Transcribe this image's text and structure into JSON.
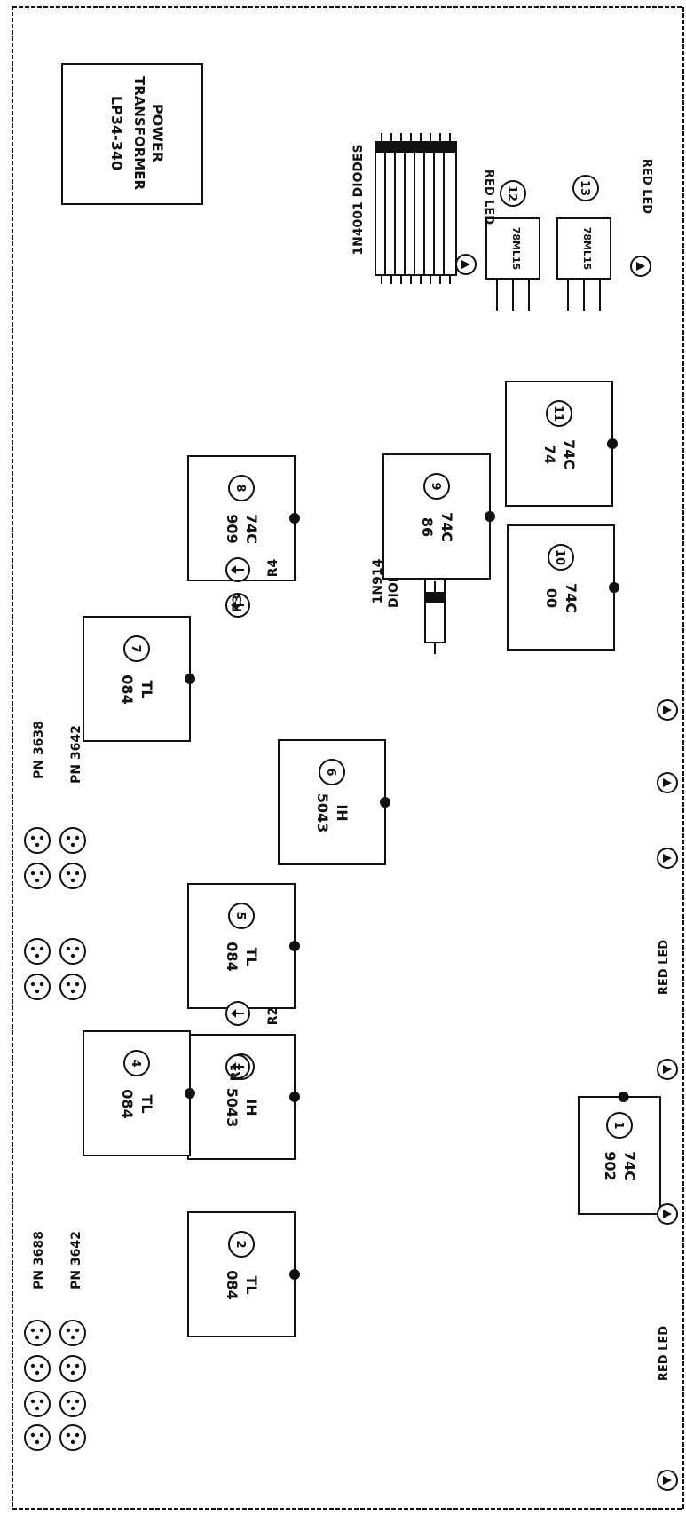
{
  "transformer": {
    "title": "POWER",
    "line2": "TRANSFORMER",
    "line3": "LP34-340"
  },
  "diode_1n4001_label": "1N4001 DIODES",
  "diode_1n914_label_1": "1N914",
  "diode_1n914_label_2": "DIODES",
  "regulators": [
    {
      "num": "12",
      "part": "78ML15"
    },
    {
      "num": "13",
      "part": "78ML15"
    }
  ],
  "chips": [
    {
      "num": "1",
      "l1": "74C",
      "l2": "902"
    },
    {
      "num": "2",
      "l1": "TL",
      "l2": "084"
    },
    {
      "num": "3",
      "l1": "IH",
      "l2": "5043"
    },
    {
      "num": "4",
      "l1": "TL",
      "l2": "084"
    },
    {
      "num": "5",
      "l1": "TL",
      "l2": "084"
    },
    {
      "num": "6",
      "l1": "IH",
      "l2": "5043"
    },
    {
      "num": "7",
      "l1": "TL",
      "l2": "084"
    },
    {
      "num": "8",
      "l1": "74C",
      "l2": "909"
    },
    {
      "num": "9",
      "l1": "74C",
      "l2": "86"
    },
    {
      "num": "10",
      "l1": "74C",
      "l2": "00"
    },
    {
      "num": "11",
      "l1": "74C",
      "l2": "74"
    }
  ],
  "trimmers": [
    "R1",
    "R2",
    "R3",
    "R4"
  ],
  "transistor_labels": {
    "bottom_npn": "PN 3688",
    "bottom_pnp": "PN 3642",
    "top_npn": "PN 3638",
    "top_pnp": "PN 3642"
  },
  "led_labels": {
    "red_led": "RED LED"
  }
}
